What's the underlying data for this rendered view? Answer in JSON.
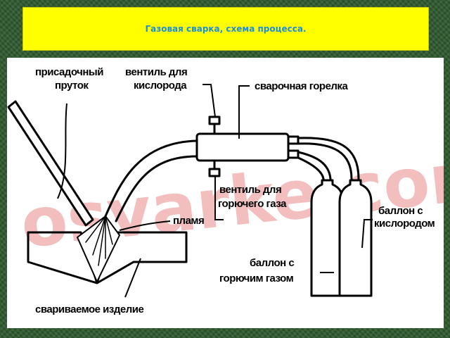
{
  "title": "Газовая сварка, схема процесса.",
  "watermark": "osvarke.com",
  "labels": {
    "filler_rod_1": "присадочный",
    "filler_rod_2": "пруток",
    "oxygen_valve_1": "вентиль для",
    "oxygen_valve_2": "кислорода",
    "torch": "сварочная горелка",
    "fuel_valve_1": "вентиль для",
    "fuel_valve_2": "горючего газа",
    "flame": "пламя",
    "oxygen_cylinder_1": "баллон с",
    "oxygen_cylinder_2": "кислородом",
    "fuel_cylinder_1": "баллон с",
    "fuel_cylinder_2": "горючим газом",
    "workpiece": "свариваемое изделие"
  },
  "colors": {
    "title_bg": "#ffff00",
    "title_text": "#1a8fd8",
    "watermark": "#e88a8a",
    "background": "#2f5a2f"
  }
}
